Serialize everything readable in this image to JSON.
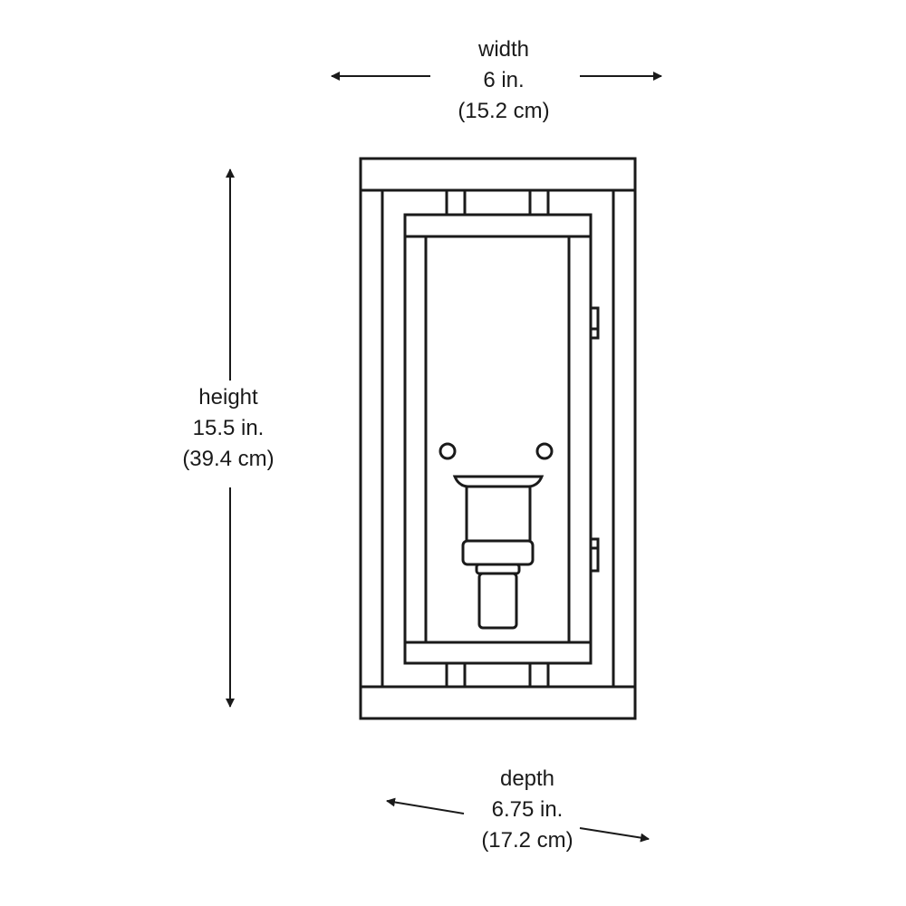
{
  "width": {
    "label": "width",
    "imperial": "6 in.",
    "metric": "(15.2 cm)"
  },
  "height": {
    "label": "height",
    "imperial": "15.5 in.",
    "metric": "(39.4 cm)"
  },
  "depth": {
    "label": "depth",
    "imperial": "6.75 in.",
    "metric": "(17.2 cm)"
  },
  "colors": {
    "line": "#1a1a1a",
    "background": "#ffffff"
  }
}
